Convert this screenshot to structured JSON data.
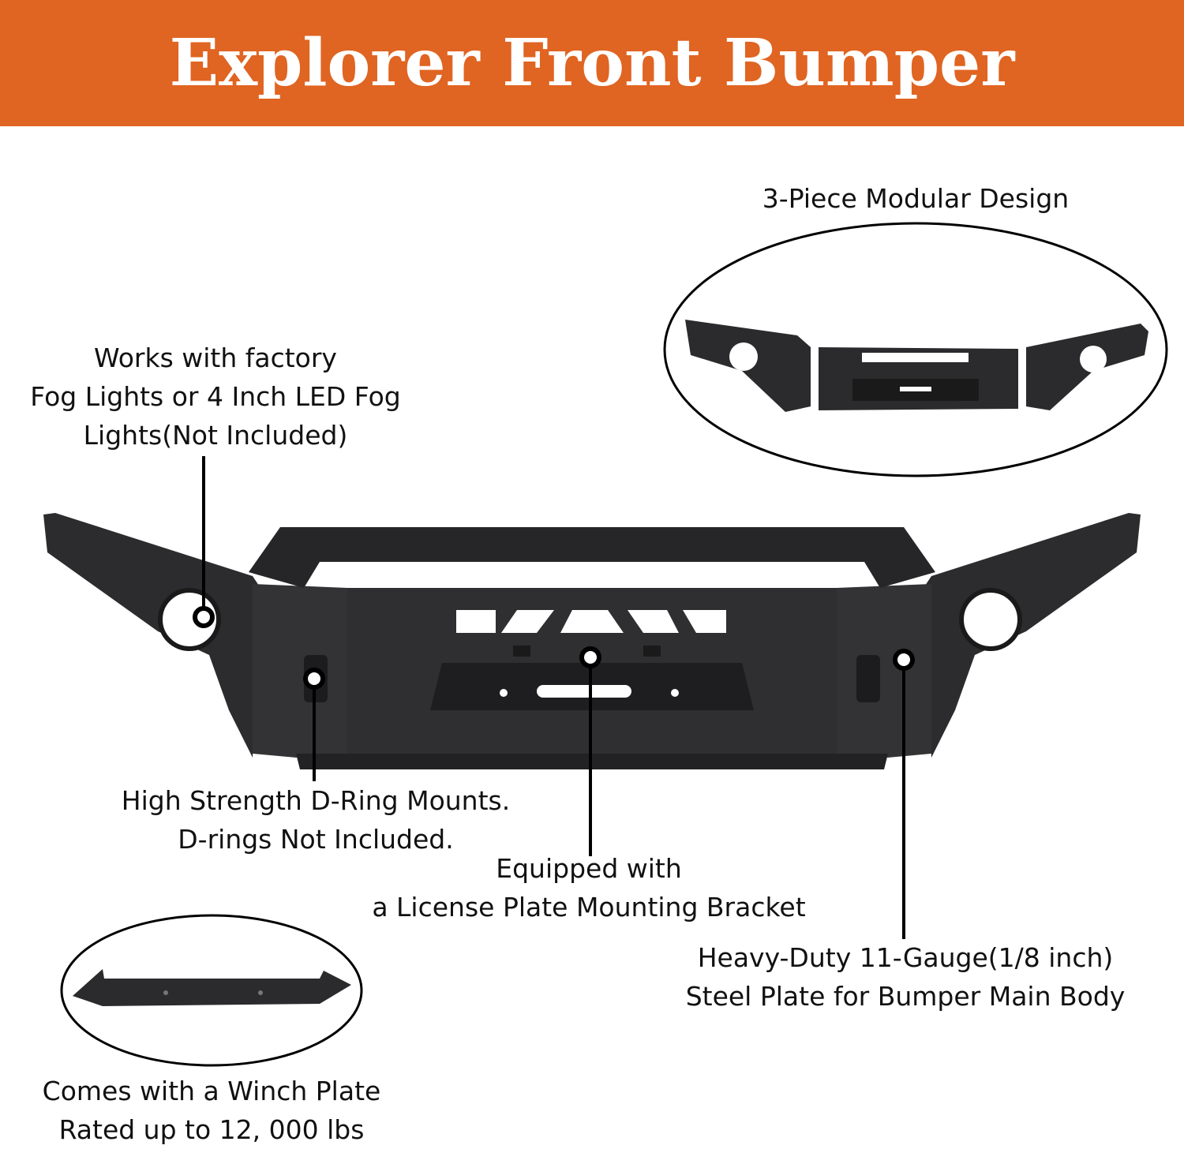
{
  "title": "Explorer Front Bumper",
  "colors": {
    "header": "#e06422",
    "steel": "#2b2b2d",
    "text": "#111111"
  },
  "callouts": {
    "modular": [
      "3-Piece Modular Design"
    ],
    "fog_lights": [
      "Works with factory",
      "Fog Lights or 4 Inch LED Fog",
      "Lights(Not Included)"
    ],
    "d_ring": [
      "High Strength D-Ring Mounts.",
      "D-rings Not Included."
    ],
    "license": [
      "Equipped with",
      "a License Plate Mounting Bracket"
    ],
    "steel": [
      "Heavy-Duty 11-Gauge(1/8 inch)",
      "Steel Plate for Bumper Main Body"
    ],
    "winch": [
      "Comes with a Winch Plate",
      "Rated up to 12, 000 lbs"
    ]
  }
}
